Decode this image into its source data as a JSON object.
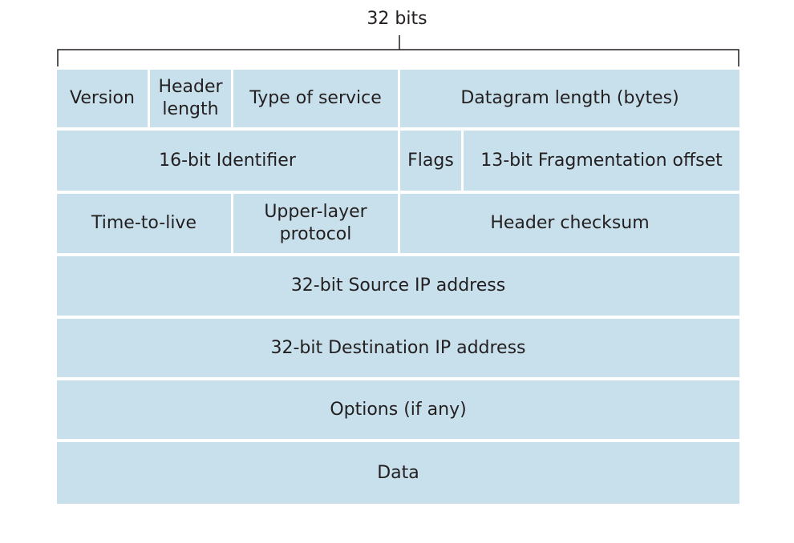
{
  "width_label": "32 bits",
  "colors": {
    "cell_fill": "#c8e0ec",
    "text": "#231f20",
    "bracket": "#231f20",
    "background": "#ffffff"
  },
  "rows": [
    {
      "fields": [
        {
          "label": "Version"
        },
        {
          "label": "Header length",
          "lines": [
            "Header",
            "length"
          ]
        },
        {
          "label": "Type of service"
        },
        {
          "label": "Datagram length (bytes)"
        }
      ]
    },
    {
      "fields": [
        {
          "label": "16-bit Identifier"
        },
        {
          "label": "Flags"
        },
        {
          "label": "13-bit Fragmentation offset"
        }
      ]
    },
    {
      "fields": [
        {
          "label": "Time-to-live"
        },
        {
          "label": "Upper-layer protocol",
          "lines": [
            "Upper-layer",
            "protocol"
          ]
        },
        {
          "label": "Header checksum"
        }
      ]
    },
    {
      "fields": [
        {
          "label": "32-bit Source IP address"
        }
      ]
    },
    {
      "fields": [
        {
          "label": "32-bit Destination IP address"
        }
      ]
    },
    {
      "fields": [
        {
          "label": "Options (if any)"
        }
      ]
    },
    {
      "fields": [
        {
          "label": "Data"
        }
      ]
    }
  ]
}
